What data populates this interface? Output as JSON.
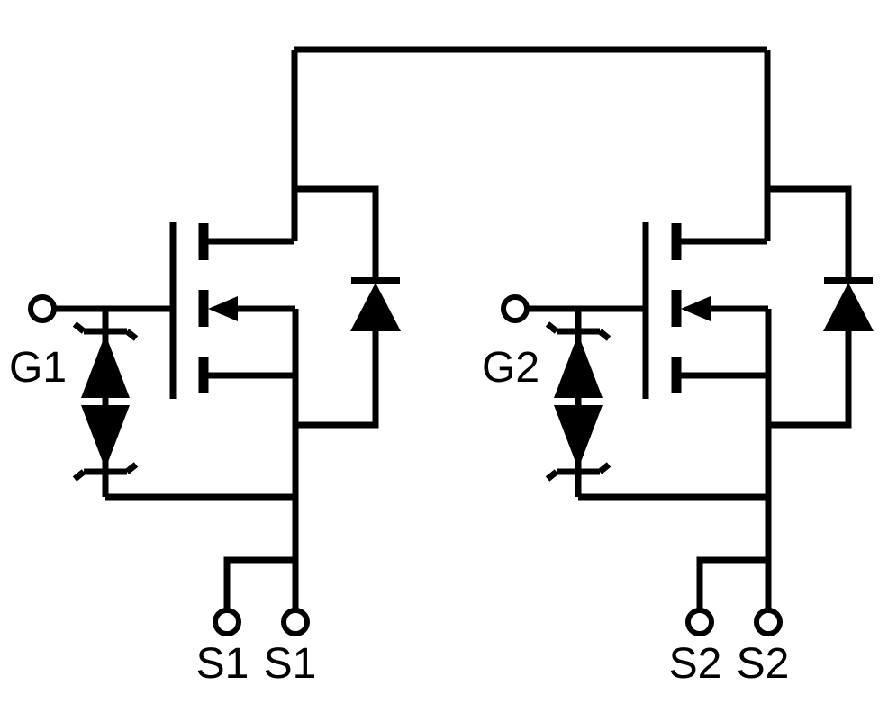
{
  "diagram": {
    "type": "schematic",
    "colors": {
      "line": "#000000",
      "background": "#ffffff"
    },
    "circuits": [
      {
        "gate_label": "G1",
        "source_labels": [
          "S1",
          "S1"
        ]
      },
      {
        "gate_label": "G2",
        "source_labels": [
          "S2",
          "S2"
        ]
      }
    ]
  }
}
